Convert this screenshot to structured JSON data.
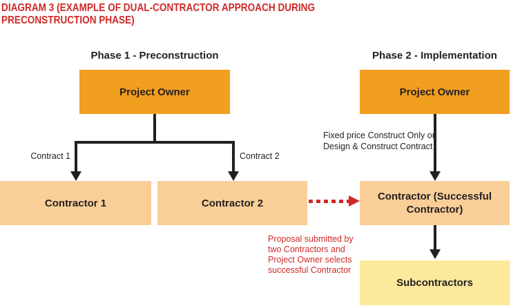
{
  "title": {
    "line1": "DIAGRAM 3 (EXAMPLE OF DUAL-CONTRACTOR APPROACH DURING",
    "line2": "PRECONSTRUCTION PHASE)"
  },
  "phase1": {
    "header": "Phase 1 - Preconstruction",
    "project_owner_label": "Project Owner",
    "contract1_label": "Contract 1",
    "contract2_label": "Contract 2",
    "contractor1_label": "Contractor 1",
    "contractor2_label": "Contractor 2"
  },
  "phase2": {
    "header": "Phase 2 - Implementation",
    "project_owner_label": "Project Owner",
    "contract_note": {
      "line1": "Fixed price Construct Only or",
      "line2": "Design & Construct Contract"
    },
    "contractor_label": "Contractor (Successful Contractor)",
    "subcontractors_label": "Subcontractors"
  },
  "annotation": {
    "line1": "Proposal submitted by",
    "line2": "two Contractors and",
    "line3": "Project Owner selects",
    "line4": "successful Contractor"
  },
  "colors": {
    "title_red": "#CE2A28",
    "box_orange": "#F29E1F",
    "box_light_orange": "#F9CE98",
    "box_yellow": "#FCE99B",
    "line_black": "#231F20"
  }
}
